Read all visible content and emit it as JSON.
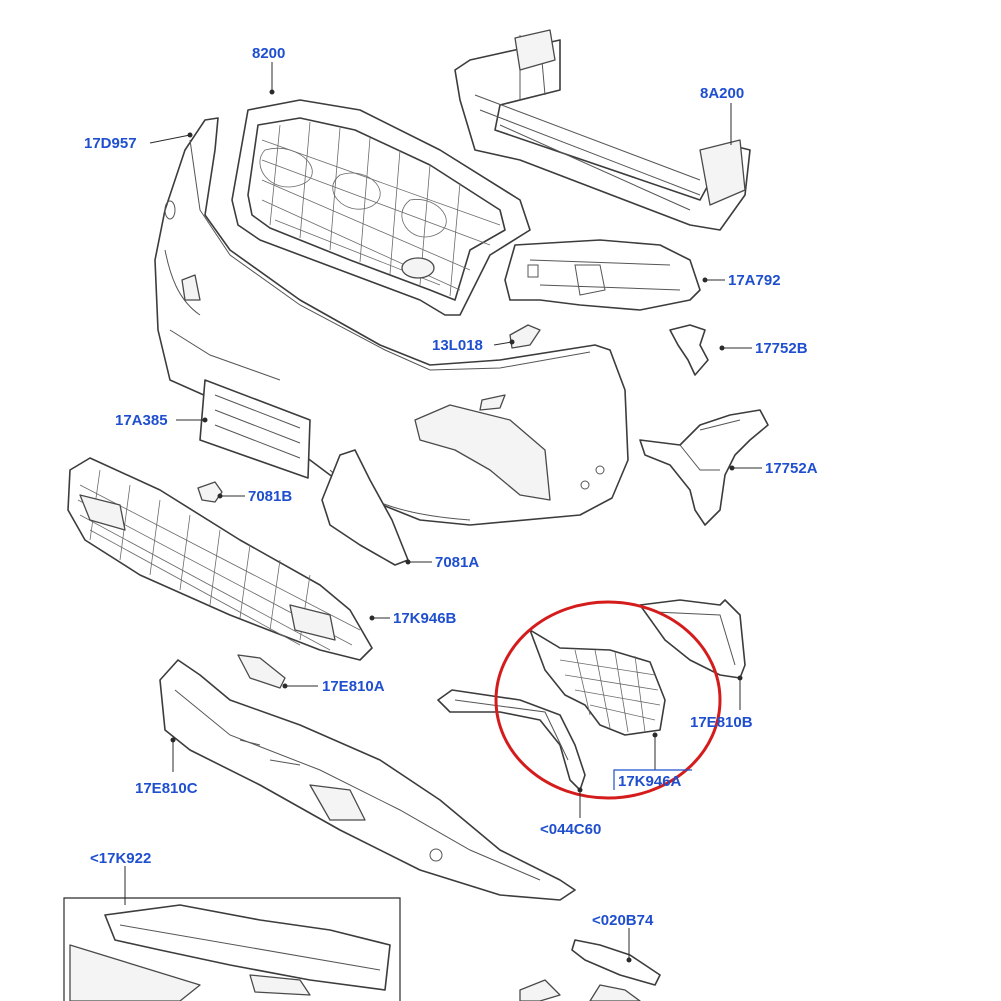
{
  "labels": {
    "p8200": "8200",
    "p8A200": "8A200",
    "p17D957": "17D957",
    "p17A792": "17A792",
    "p13L018": "13L018",
    "p17752B": "17752B",
    "p17A385": "17A385",
    "p17752A": "17752A",
    "p7081B": "7081B",
    "p7081A": "7081A",
    "p17K946B": "17K946B",
    "p17E810A": "17E810A",
    "p17E810B": "17E810B",
    "p17K946A": "17K946A",
    "p17E810C": "17E810C",
    "p044C60": "<044C60",
    "p17K922": "<17K922",
    "p020B74": "<020B74"
  },
  "colors": {
    "label": "#1f4fcf",
    "highlight_circle": "#d41c1c",
    "line": "#3c3c3c"
  }
}
